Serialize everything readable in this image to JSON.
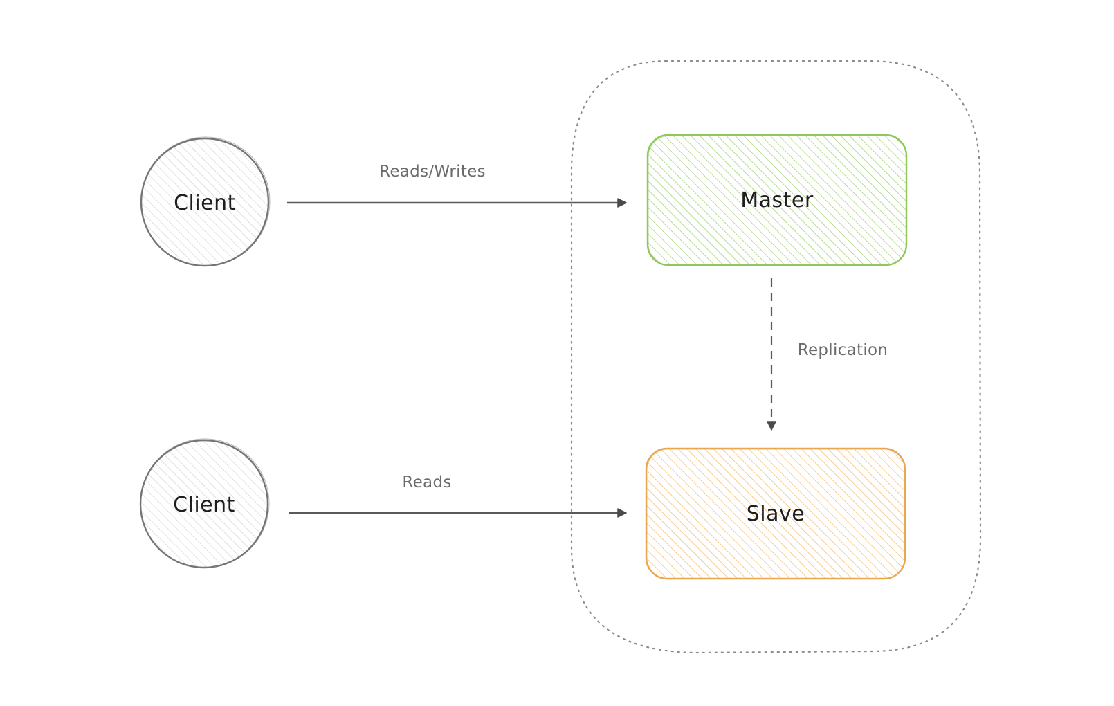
{
  "nodes": {
    "client_top": {
      "label": "Client"
    },
    "client_bottom": {
      "label": "Client"
    },
    "master": {
      "label": "Master"
    },
    "slave": {
      "label": "Slave"
    }
  },
  "edges": {
    "reads_writes": {
      "label": "Reads/Writes"
    },
    "reads": {
      "label": "Reads"
    },
    "replication": {
      "label": "Replication"
    }
  },
  "colors": {
    "client_stroke": "#757575",
    "client_fill": "#d6d6d6",
    "master_stroke": "#8fc75a",
    "master_fill": "#a5d47a",
    "slave_stroke": "#eba651",
    "slave_fill": "#f2c078",
    "arrow": "#5a5a5a",
    "cluster_border": "#8a8a8a"
  }
}
